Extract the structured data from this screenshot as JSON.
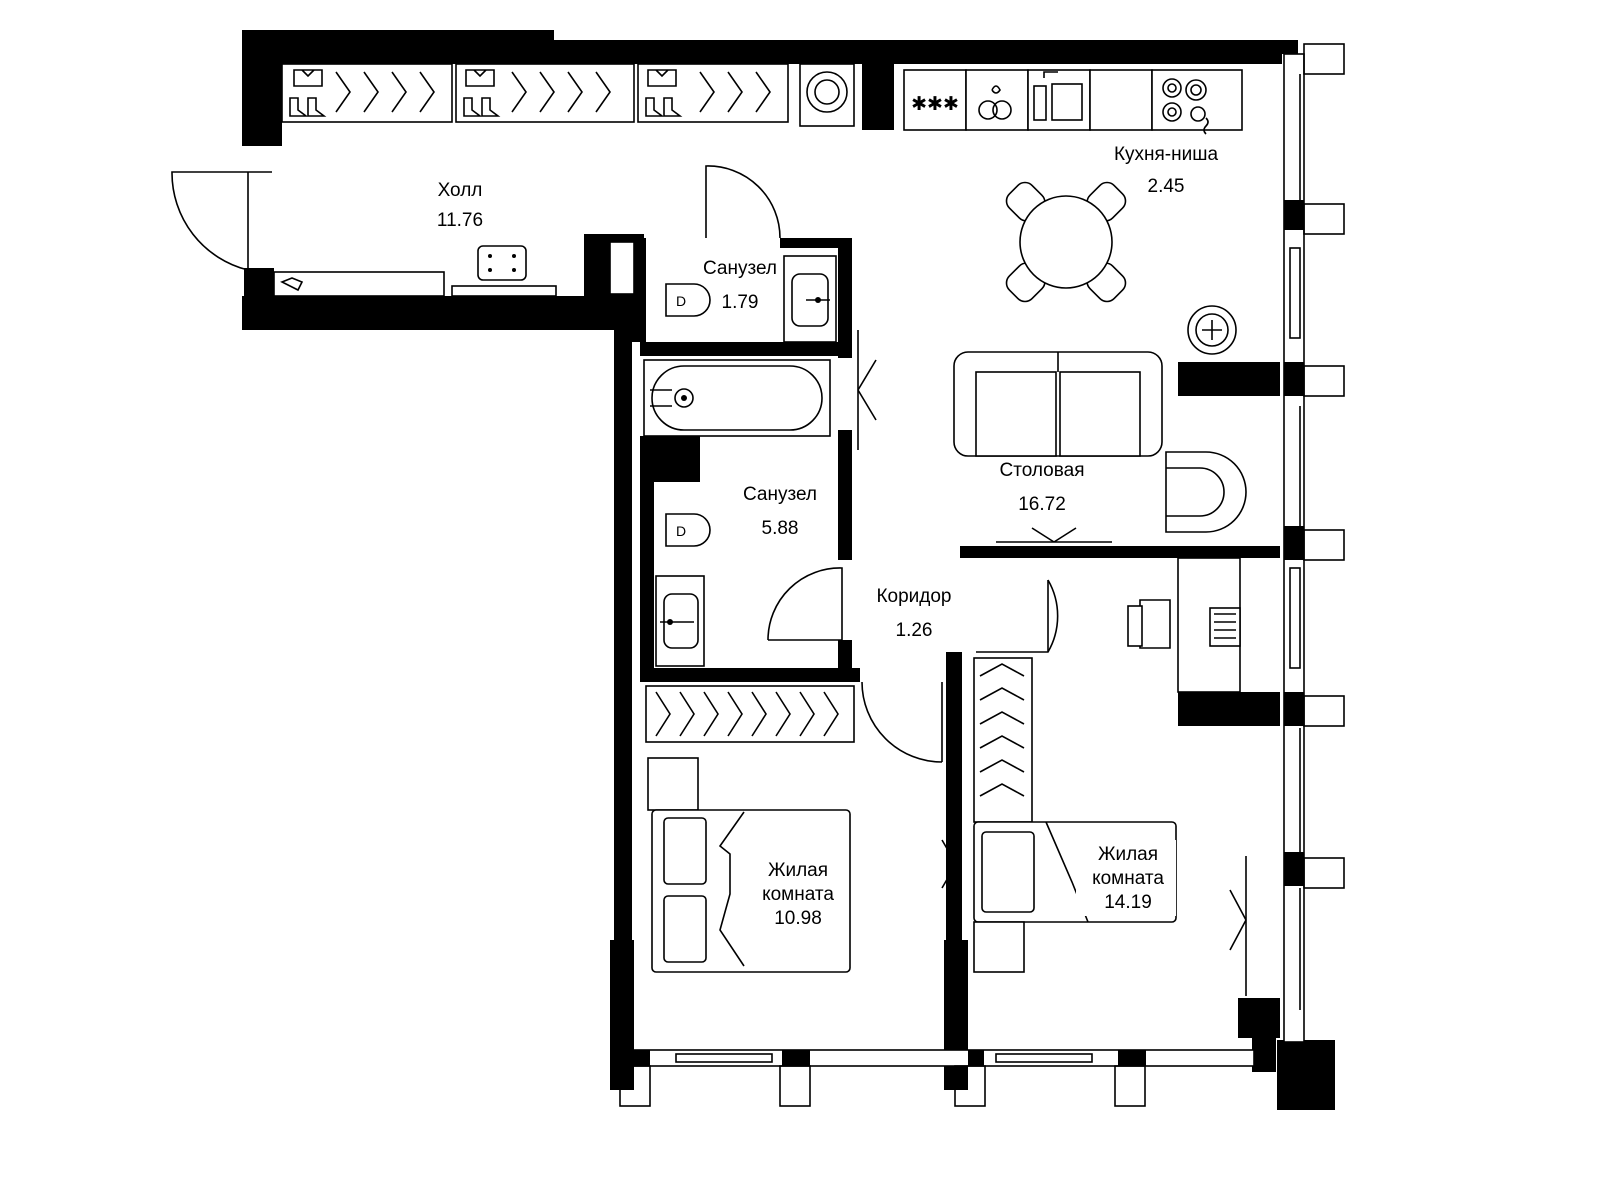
{
  "rooms": [
    {
      "id": "hall",
      "name": "Холл",
      "area": "11.76"
    },
    {
      "id": "kitchen",
      "name": "Кухня-ниша",
      "area": "2.45"
    },
    {
      "id": "bath-small",
      "name": "Санузел",
      "area": "1.79"
    },
    {
      "id": "bath-large",
      "name": "Санузел",
      "area": "5.88"
    },
    {
      "id": "dining",
      "name": "Столовая",
      "area": "16.72"
    },
    {
      "id": "corridor",
      "name": "Коридор",
      "area": "1.26"
    },
    {
      "id": "bedroom-1",
      "name_line1": "Жилая",
      "name_line2": "комната",
      "area": "10.98"
    },
    {
      "id": "bedroom-2",
      "name_line1": "Жилая",
      "name_line2": "комната",
      "area": "14.19"
    }
  ],
  "stove_icon_text": "✱✱✱"
}
